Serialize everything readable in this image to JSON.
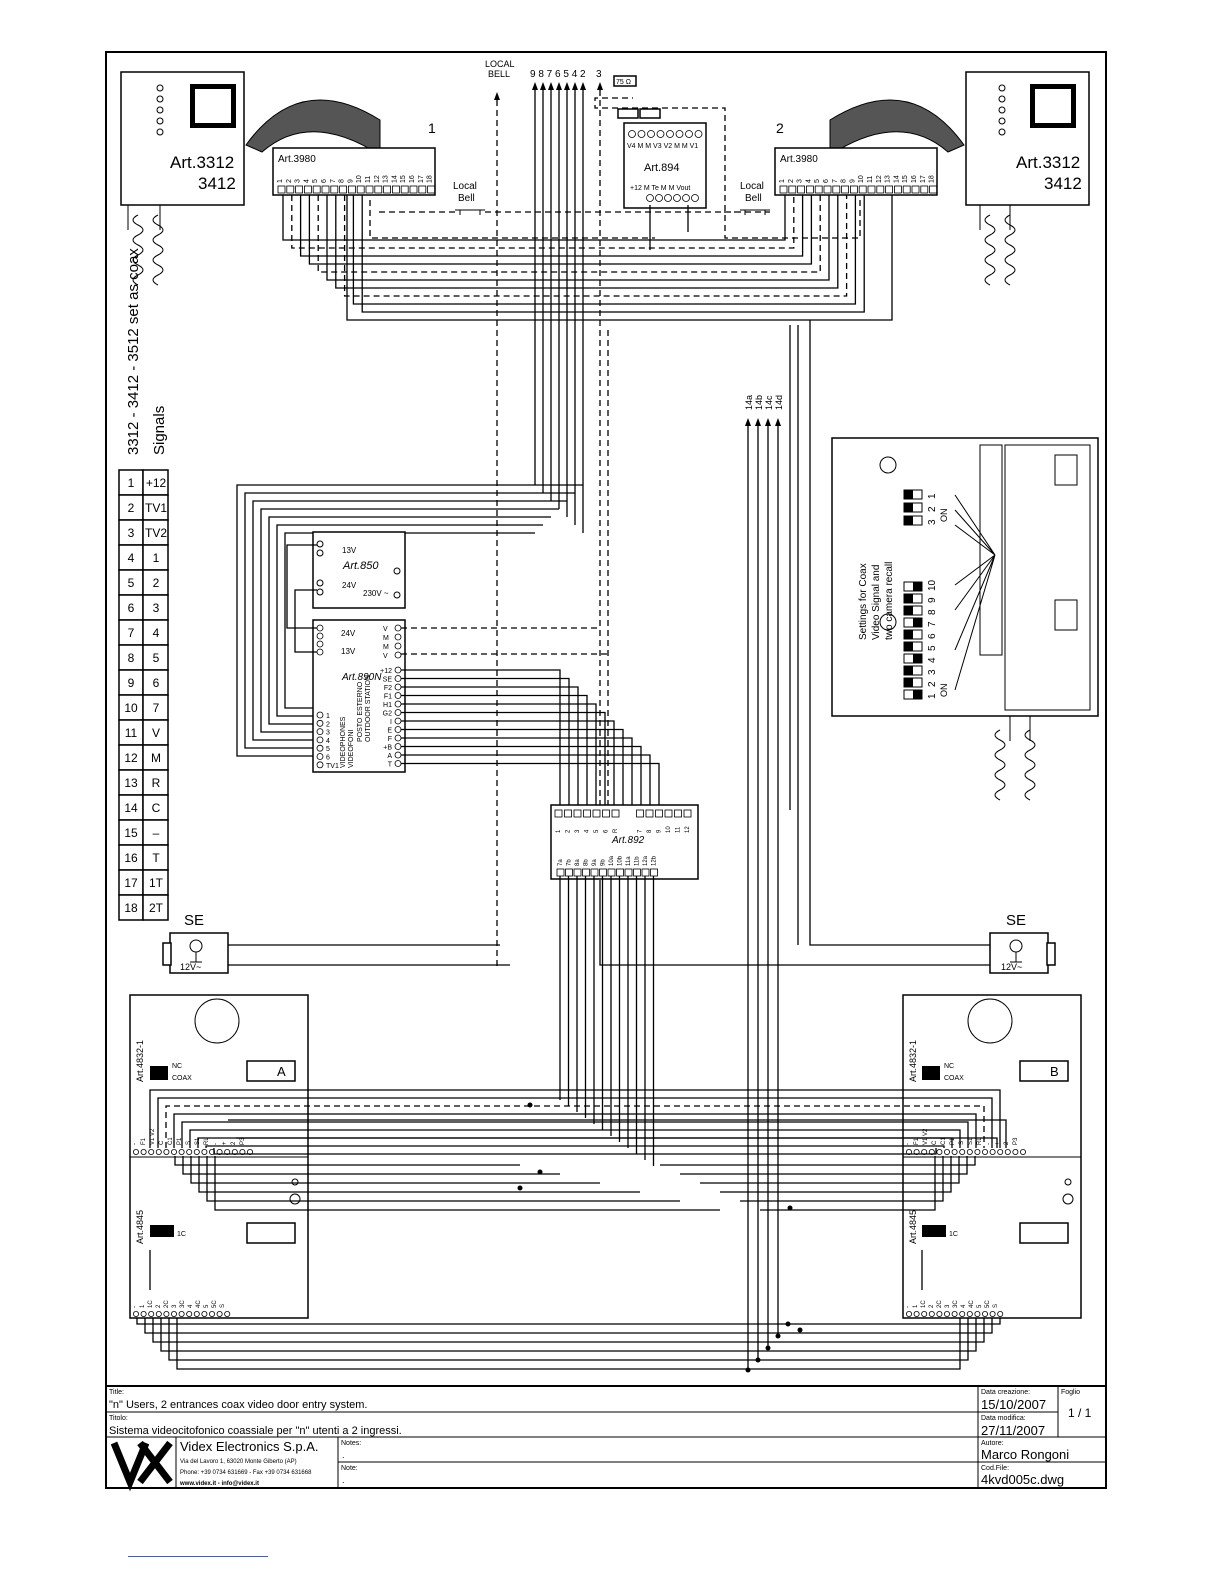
{
  "monitors": {
    "left": {
      "article": "Art.3312",
      "variant": "3412",
      "number": "1",
      "interface": "Art.3980",
      "local_bell": [
        "Local",
        "Bell"
      ]
    },
    "right": {
      "article": "Art.3312",
      "variant": "3412",
      "number": "2",
      "interface": "Art.3980",
      "local_bell": [
        "Local",
        "Bell"
      ]
    }
  },
  "terminals_3980": [
    "1",
    "2",
    "3",
    "4",
    "5",
    "6",
    "7",
    "8",
    "9",
    "10",
    "11",
    "12",
    "13",
    "14",
    "15",
    "16",
    "17",
    "18"
  ],
  "top_labels": {
    "local_bell": [
      "LOCAL",
      "BELL"
    ],
    "outputs": "9 8 7 6 5 4 2",
    "output3": "3",
    "resistor": "75 Ω"
  },
  "art894": {
    "title": "Art.894",
    "top_terms": "V4 M M V3 V2 M M V1",
    "bottom_terms": "+12 M Te M M Vout"
  },
  "side_title": {
    "line1": "3312 - 3412 - 3512 set as coax",
    "line2": "Signals"
  },
  "signals_table": [
    {
      "num": "1",
      "sig": "+12"
    },
    {
      "num": "2",
      "sig": "TV1"
    },
    {
      "num": "3",
      "sig": "TV2"
    },
    {
      "num": "4",
      "sig": "1"
    },
    {
      "num": "5",
      "sig": "2"
    },
    {
      "num": "6",
      "sig": "3"
    },
    {
      "num": "7",
      "sig": "4"
    },
    {
      "num": "8",
      "sig": "5"
    },
    {
      "num": "9",
      "sig": "6"
    },
    {
      "num": "10",
      "sig": "7"
    },
    {
      "num": "11",
      "sig": "V"
    },
    {
      "num": "12",
      "sig": "M"
    },
    {
      "num": "13",
      "sig": "R"
    },
    {
      "num": "14",
      "sig": "C"
    },
    {
      "num": "15",
      "sig": "–"
    },
    {
      "num": "16",
      "sig": "T"
    },
    {
      "num": "17",
      "sig": "1T"
    },
    {
      "num": "18",
      "sig": "2T"
    }
  ],
  "art850": {
    "title": "Art.850",
    "v13": "13V",
    "v24": "24V",
    "mains": "230V ~"
  },
  "art890n": {
    "title": "Art.890N",
    "left_terms": [
      "1",
      "2",
      "3",
      "4",
      "5",
      "6",
      "TV1"
    ],
    "right_terms": [
      "+12",
      "SE",
      "F2",
      "F1",
      "H1",
      "G2",
      "I",
      "E",
      "F",
      "+B",
      "A",
      "T"
    ],
    "labels": [
      "VIDEOPHONES",
      "VIDEOFONI",
      "POSTO ESTERNO",
      "OUTDOOR STATION"
    ],
    "in24": "24V",
    "in13": "13V",
    "vm": [
      "V",
      "M",
      "M",
      "V"
    ]
  },
  "art892": {
    "title": "Art.892",
    "top_terms": [
      "1",
      "2",
      "3",
      "4",
      "5",
      "6",
      "R",
      "7",
      "8",
      "9",
      "10",
      "11",
      "12"
    ],
    "bottom_terms": [
      "7a",
      "7b",
      "8a",
      "8b",
      "9a",
      "9b",
      "10a",
      "10b",
      "11a",
      "11b",
      "12a",
      "12b"
    ]
  },
  "coax_lines": [
    "14a",
    "14b",
    "14c",
    "14d"
  ],
  "settings_note": [
    "Settings for Coax",
    "Video Signal and",
    "two camera recall"
  ],
  "dip": {
    "top": [
      "1",
      "2",
      "3"
    ],
    "bottom": [
      "1",
      "2",
      "3",
      "4",
      "5",
      "6",
      "7",
      "8",
      "9",
      "10"
    ],
    "on": "ON"
  },
  "se_left": {
    "label": "SE",
    "voltage": "12V~"
  },
  "se_right": {
    "label": "SE",
    "voltage": "12V~"
  },
  "entrance_a": {
    "module1": "Art.4832-1",
    "module2": "Art.4845",
    "letter": "A",
    "nc": "NC",
    "coax": "COAX",
    "one_c": "1C"
  },
  "entrance_b": {
    "module1": "Art.4832-1",
    "module2": "Art.4845",
    "letter": "B",
    "nc": "NC",
    "coax": "COAX",
    "one_c": "1C"
  },
  "module_terms_top": [
    "-",
    "F1",
    "V1 V2",
    "C",
    "C1",
    "P1",
    "S",
    "S1",
    "RL",
    "-",
    "+",
    "2",
    "P3"
  ],
  "module_terms_bottom": [
    "-",
    "1",
    "1C",
    "2",
    "2C",
    "3",
    "3C",
    "4",
    "4C",
    "5",
    "5C",
    "S"
  ],
  "title_block": {
    "title_label": "Title:",
    "title": "\"n\" Users, 2 entrances coax video door entry system.",
    "titolo_label": "Titolo:",
    "titolo": "Sistema videocitofonico coassiale per \"n\" utenti a 2 ingressi.",
    "company": "Videx Electronics S.p.A.",
    "address": "Via del Lavoro 1, 63020 Monte Giberto (AP)",
    "phone": "Phone: +39 0734 631669 - Fax +39 0734 631668",
    "web": "www.videx.it - info@videx.it",
    "notes_label": "Notes:",
    "note_label": "Note:",
    "notes_val": ".",
    "note_val": ".",
    "created_label": "Data creazione:",
    "created": "15/10/2007",
    "modified_label": "Data modifica:",
    "modified": "27/11/2007",
    "author_label": "Autore:",
    "author": "Marco Rongoni",
    "file_label": "Cod.File:",
    "file": "4kvd005c.dwg",
    "sheet_label": "Foglio",
    "sheet": "1 / 1"
  }
}
